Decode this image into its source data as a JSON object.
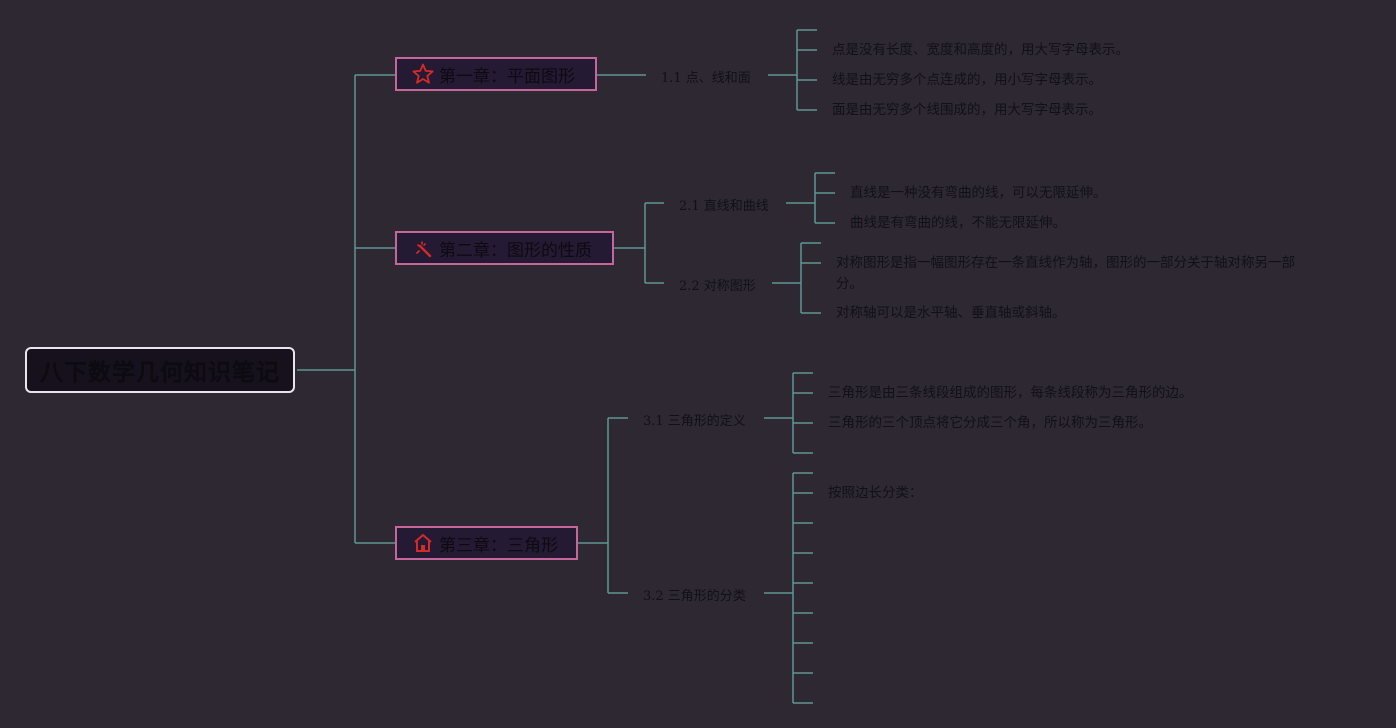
{
  "root": {
    "title": "八下数学几何知识笔记"
  },
  "chapters": [
    {
      "title": "第一章：平面图形",
      "icon": "star-icon",
      "sections": [
        {
          "title": "1.1 点、线和面",
          "points": [
            "点是没有长度、宽度和高度的，用大写字母表示。",
            "线是由无穷多个点连成的，用小写字母表示。",
            "面是由无穷多个线围成的，用大写字母表示。"
          ]
        }
      ]
    },
    {
      "title": "第二章：图形的性质",
      "icon": "magic-wand-icon",
      "sections": [
        {
          "title": "2.1 直线和曲线",
          "points": [
            "直线是一种没有弯曲的线，可以无限延伸。",
            "曲线是有弯曲的线，不能无限延伸。"
          ]
        },
        {
          "title": "2.2 对称图形",
          "points": [
            "对称图形是指一幅图形存在一条直线作为轴，图形的一部分关于轴对称另一部分。",
            "对称轴可以是水平轴、垂直轴或斜轴。"
          ]
        }
      ]
    },
    {
      "title": "第三章：三角形",
      "icon": "home-icon",
      "sections": [
        {
          "title": "3.1 三角形的定义",
          "points": [
            "三角形是由三条线段组成的图形，每条线段称为三角形的边。",
            "三角形的三个顶点将它分成三个角，所以称为三角形。"
          ]
        },
        {
          "title": "3.2 三角形的分类",
          "points": [
            "按照边长分类："
          ]
        }
      ]
    }
  ],
  "colors": {
    "background": "#2d2832",
    "connector": "#5f9591",
    "chapter_border": "#c5679b",
    "icon_red": "#d42a2a"
  }
}
